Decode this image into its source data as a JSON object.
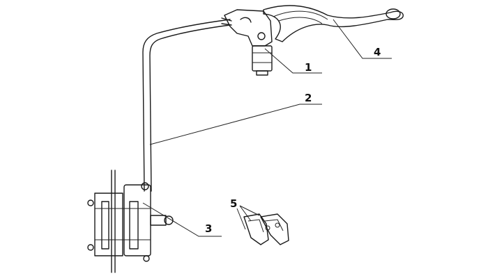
{
  "callouts": [
    {
      "id": "1",
      "text": "1"
    },
    {
      "id": "2",
      "text": "2"
    },
    {
      "id": "3",
      "text": "3"
    },
    {
      "id": "4",
      "text": "4"
    },
    {
      "id": "5",
      "text": "5"
    }
  ],
  "colors": {
    "ink": "#1a1a1a",
    "background": "#ffffff"
  }
}
